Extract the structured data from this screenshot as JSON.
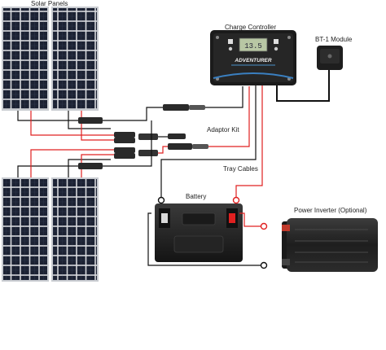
{
  "labels": {
    "solar_panels": "Solar Panels",
    "charge_controller": "Charge Controller",
    "bt1_module": "BT-1 Module",
    "adaptor_kit": "Adaptor Kit",
    "tray_cables": "Tray Cables",
    "battery": "Battery",
    "power_inverter": "Power Inverter (Optional)"
  },
  "controller": {
    "brand": "ADVENTURER",
    "display_reading": "13.5"
  },
  "colors": {
    "positive_wire": "#e02020",
    "negative_wire": "#111111",
    "panel_cell": "#1c2233",
    "panel_frame": "#c9ccd1"
  }
}
